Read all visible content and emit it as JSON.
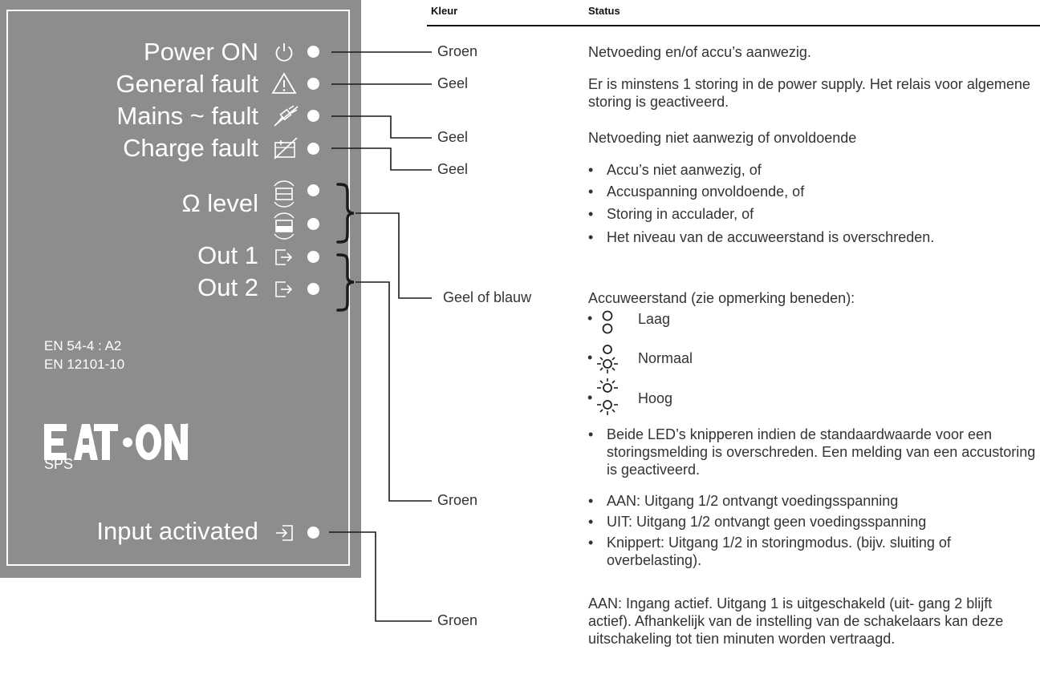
{
  "headers": {
    "kleur": "Kleur",
    "status": "Status"
  },
  "panel": {
    "indicators": [
      {
        "label": "Power ON",
        "icon": "power-icon"
      },
      {
        "label": "General fault",
        "icon": "warning-triangle-icon"
      },
      {
        "label": "Mains ~ fault",
        "icon": "mains-plug-crossed-icon"
      },
      {
        "label": "Charge fault",
        "icon": "charge-crossed-icon"
      },
      {
        "label": "Ω level",
        "icon": "battery-cycle-icon"
      },
      {
        "label": "Out 1",
        "icon": "output-arrow-icon"
      },
      {
        "label": "Out 2",
        "icon": "output-arrow-icon"
      },
      {
        "label": "Input activated",
        "icon": "input-arrow-icon"
      }
    ],
    "standards": [
      "EN 54-4 : A2",
      "EN 12101-10"
    ],
    "logo": "EATON",
    "logo_sub": "SPS"
  },
  "rows": [
    {
      "kleur": "Groen",
      "status": "Netvoeding en/of accu’s aanwezig."
    },
    {
      "kleur": "Geel",
      "status": "Er is minstens 1 storing in de power supply. Het relais voor algemene storing is geactiveerd."
    },
    {
      "kleur": "Geel",
      "status": "Netvoeding niet aanwezig of onvoldoende"
    },
    {
      "kleur": "Geel",
      "bullets": [
        "Accu’s niet aanwezig, of",
        "Accuspanning onvoldoende, of",
        "Storing in acculader, of",
        "Het niveau van de accuweerstand is overschreden."
      ]
    },
    {
      "kleur": "Geel of blauw",
      "status": "Accuweerstand (zie opmerking beneden):",
      "legend": [
        "Laag",
        "Normaal",
        "Hoog"
      ],
      "note": "Beide LED’s knipperen indien de standaardwaarde voor een storingsmelding is overschreden. Een melding van een accustoring is geactiveerd."
    },
    {
      "kleur": "Groen",
      "bullets": [
        "AAN: Uitgang 1/2 ontvangt voedingsspanning",
        "UIT: Uitgang 1/2 ontvangt geen voedingsspanning",
        "Knippert: Uitgang 1/2 in storingmodus. (bijv. sluiting of overbelasting)."
      ]
    },
    {
      "kleur": "Groen",
      "status": "AAN: Ingang actief. Uitgang 1 is uitgeschakeld (uit- gang 2 blijft actief). Afhankelijk van de instelling van de schakelaars kan deze uitschakeling tot tien minuten worden vertraagd."
    }
  ],
  "colors": {
    "panel": "#8d8d8d",
    "text": "#333333",
    "line": "#1a1a1a"
  }
}
